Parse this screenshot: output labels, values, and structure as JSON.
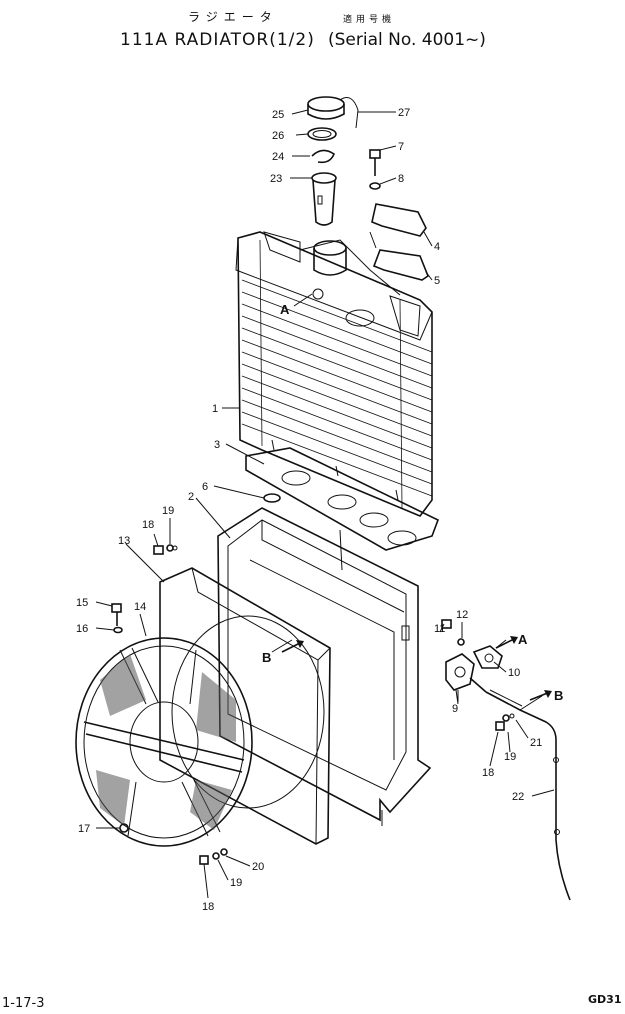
{
  "title": {
    "kana": "ラジエータ",
    "main": "111A RADIATOR(1/2)",
    "applicability_kana": "適用号機",
    "serial": "(Serial No. 4001~)"
  },
  "footer": {
    "page_code": "1-17-3",
    "drawing_code": "GD31"
  },
  "callouts": [
    {
      "id": "c25",
      "label": "25"
    },
    {
      "id": "c27",
      "label": "27"
    },
    {
      "id": "c26",
      "label": "26"
    },
    {
      "id": "c24",
      "label": "24"
    },
    {
      "id": "c7",
      "label": "7"
    },
    {
      "id": "c23",
      "label": "23"
    },
    {
      "id": "c8",
      "label": "8"
    },
    {
      "id": "c4",
      "label": "4"
    },
    {
      "id": "c5",
      "label": "5"
    },
    {
      "id": "cA1",
      "label": "A"
    },
    {
      "id": "c1",
      "label": "1"
    },
    {
      "id": "c3",
      "label": "3"
    },
    {
      "id": "c6",
      "label": "6"
    },
    {
      "id": "c2",
      "label": "2"
    },
    {
      "id": "c18a",
      "label": "18"
    },
    {
      "id": "c19a",
      "label": "19"
    },
    {
      "id": "c13",
      "label": "13"
    },
    {
      "id": "c15",
      "label": "15"
    },
    {
      "id": "c14",
      "label": "14"
    },
    {
      "id": "c16",
      "label": "16"
    },
    {
      "id": "cB1",
      "label": "B"
    },
    {
      "id": "c11",
      "label": "11"
    },
    {
      "id": "c12",
      "label": "12"
    },
    {
      "id": "cA2",
      "label": "A"
    },
    {
      "id": "c10",
      "label": "10"
    },
    {
      "id": "c9",
      "label": "9"
    },
    {
      "id": "cB2",
      "label": "B"
    },
    {
      "id": "c21",
      "label": "21"
    },
    {
      "id": "c19b",
      "label": "19"
    },
    {
      "id": "c18b",
      "label": "18"
    },
    {
      "id": "c22",
      "label": "22"
    },
    {
      "id": "c17",
      "label": "17"
    },
    {
      "id": "c20",
      "label": "20"
    },
    {
      "id": "c19c",
      "label": "19"
    },
    {
      "id": "c18c",
      "label": "18"
    }
  ]
}
